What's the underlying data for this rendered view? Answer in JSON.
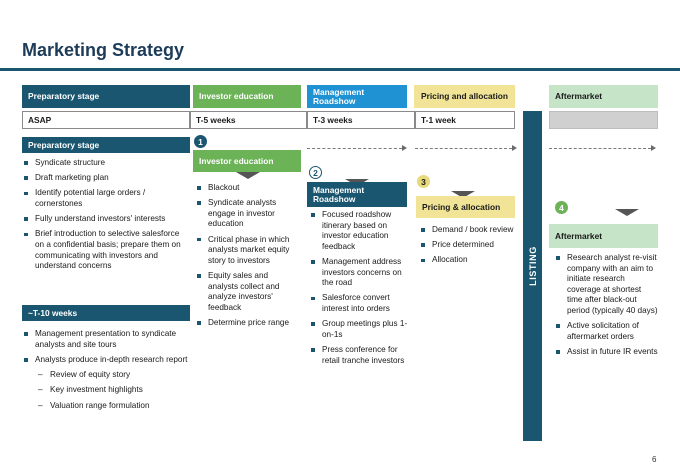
{
  "title": "Marketing Strategy",
  "colors": {
    "navy": "#1b5670",
    "green": "#6cb358",
    "blue": "#1f92d3",
    "yellow": "#f1e497",
    "mint": "#c5e4c8",
    "grey": "#d0d0d0"
  },
  "phases": [
    {
      "label": "Preparatory stage",
      "timing": "ASAP"
    },
    {
      "label": "Investor education",
      "timing": "T-5 weeks"
    },
    {
      "label": "Management Roadshow",
      "timing": "T-3 weeks"
    },
    {
      "label": "Pricing and allocation",
      "timing": "T-1 week"
    },
    {
      "label": "Aftermarket",
      "timing": ""
    }
  ],
  "listing_label": "LISTING",
  "stages": {
    "preparatory": {
      "header": "Preparatory stage",
      "bullets": [
        "Syndicate structure",
        "Draft marketing plan",
        "Identify potential large orders / cornerstones",
        "Fully understand investors' interests",
        "Brief introduction to selective salesforce on a confidential basis; prepare them on communicating with investors and understand concerns"
      ],
      "sub_header": "~T-10 weeks",
      "sub_bullets": [
        "Management presentation to syndicate analysts and site tours",
        "Analysts produce in-depth research report"
      ],
      "sub_items": [
        "Review of equity story",
        "Key investment highlights",
        "Valuation range formulation"
      ]
    },
    "investor_education": {
      "number": "1",
      "header": "Investor education",
      "bullets": [
        "Blackout",
        "Syndicate analysts engage in investor education",
        "Critical phase in which analysts market equity story to investors",
        "Equity sales and analysts collect and analyze investors' feedback",
        "Determine price range"
      ]
    },
    "roadshow": {
      "number": "2",
      "header": "Management Roadshow",
      "bullets": [
        "Focused roadshow itinerary based on investor education feedback",
        "Management address investors concerns on the road",
        "Salesforce convert interest into orders",
        "Group meetings plus 1-on-1s",
        "Press conference for retail tranche investors"
      ]
    },
    "pricing": {
      "number": "3",
      "header": "Pricing & allocation",
      "bullets": [
        "Demand / book review",
        "Price determined",
        "Allocation"
      ]
    },
    "aftermarket": {
      "number": "4",
      "header": "Aftermarket",
      "bullets": [
        "Research analyst re-visit company with an aim to initiate research coverage at shortest time after black-out period (typically 40 days)",
        "Active solicitation of aftermarket orders",
        "Assist in future IR events"
      ]
    }
  },
  "page_number": "6"
}
